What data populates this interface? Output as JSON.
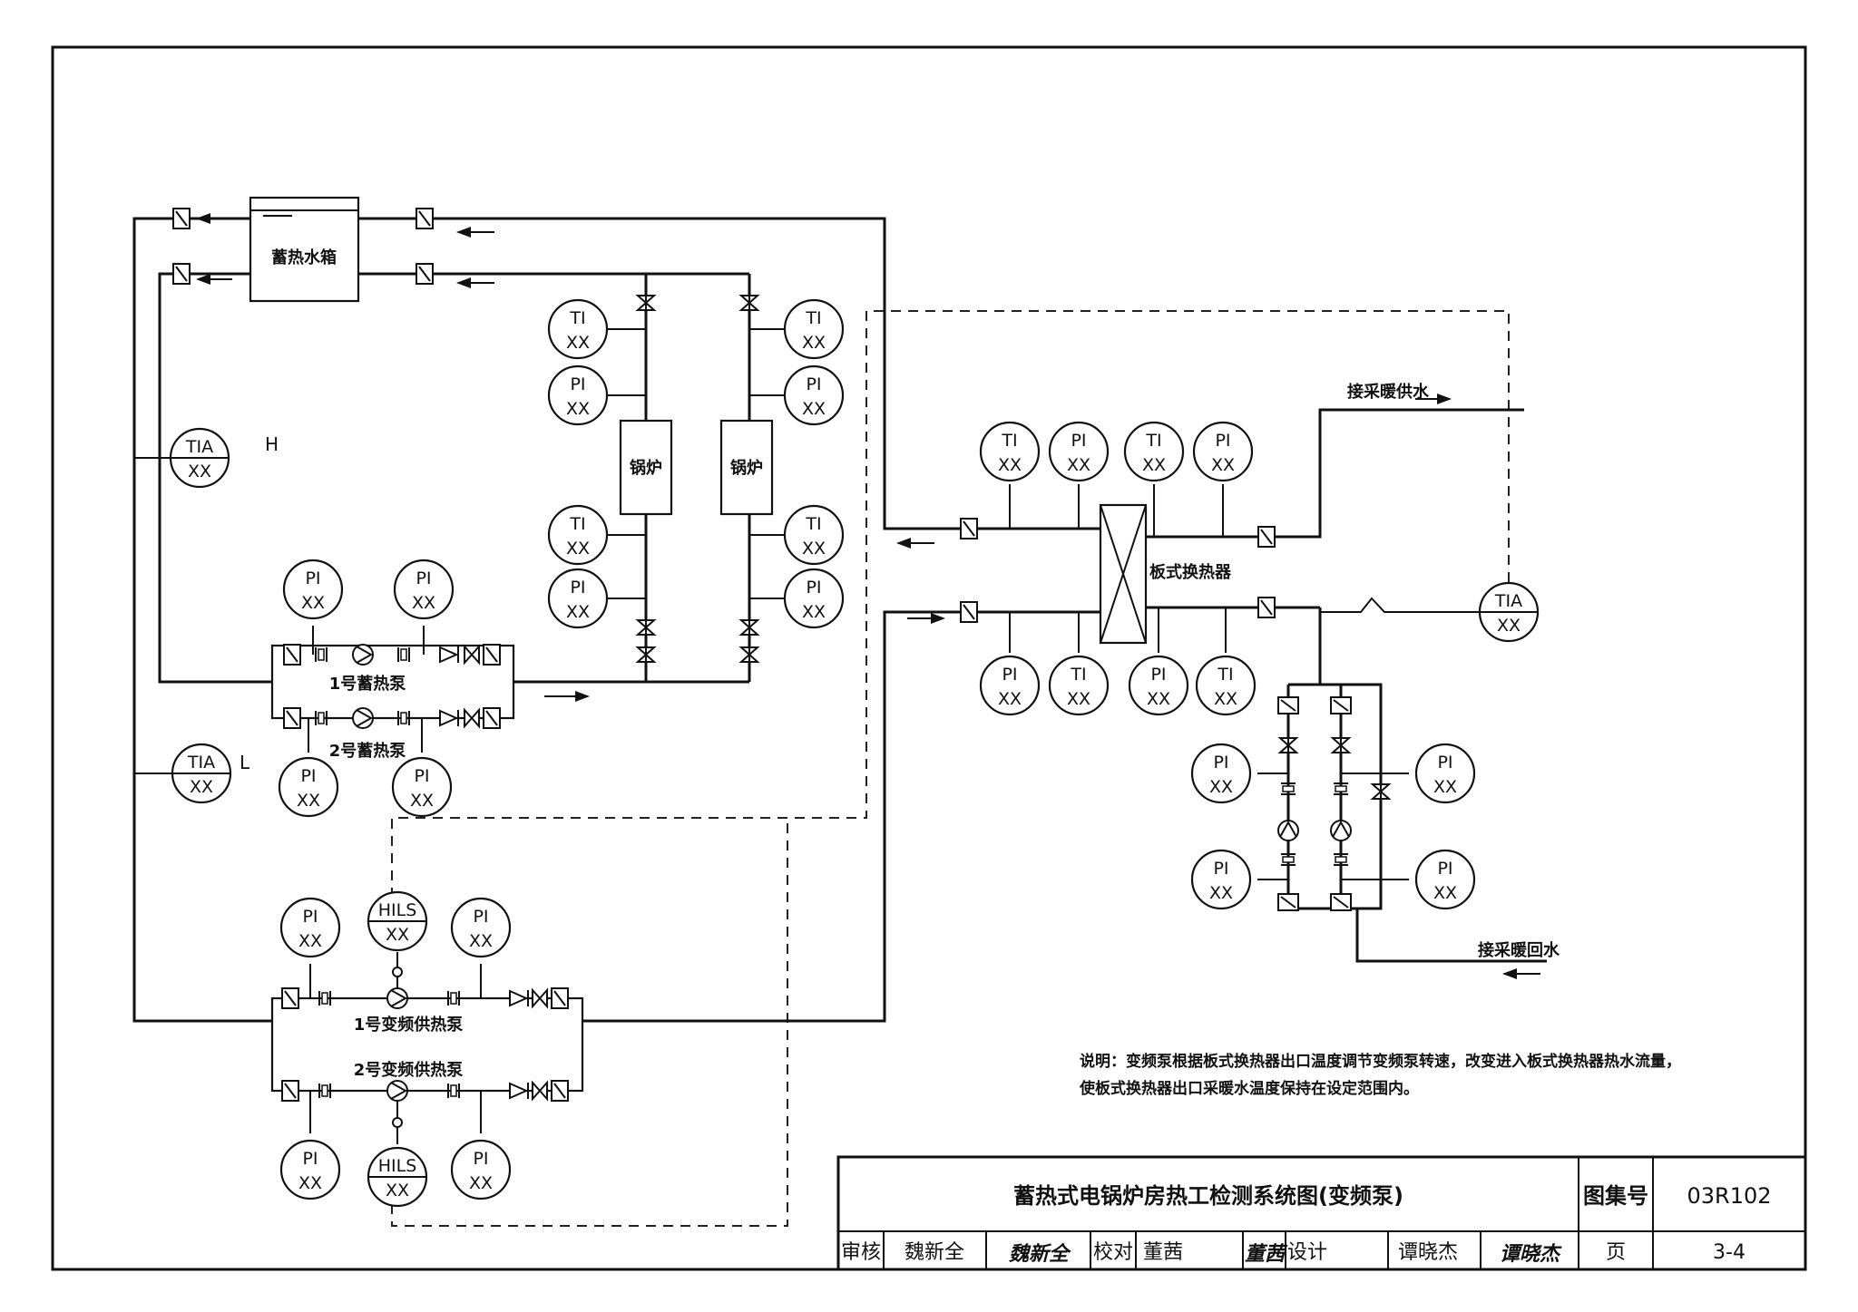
{
  "tank_label": "蓄热水箱",
  "boiler_labels": [
    "锅炉",
    "锅炉"
  ],
  "phe_label": "板式换热器",
  "pump_labels": {
    "storage_pump_1": "1号蓄热泵",
    "storage_pump_2": "2号蓄热泵",
    "vfd_pump_1": "1号变频供热泵",
    "vfd_pump_2": "2号变频供热泵"
  },
  "connection_labels": {
    "heating_supply": "接采暖供水",
    "heating_return": "接采暖回水"
  },
  "gauges": {
    "tag_ti": "TI",
    "tag_pi": "PI",
    "tag_tia": "TIA",
    "tag_hils": "HILS",
    "value": "XX",
    "alarm_high": "H",
    "alarm_low": "L"
  },
  "note": {
    "line1": "说明：变频泵根据板式换热器出口温度调节变频泵转速，改变进入板式换热器热水流量，",
    "line2": "使板式换热器出口采暖水温度保持在设定范围内。"
  },
  "title_block": {
    "title": "蓄热式电锅炉房热工检测系统图(变频泵)",
    "atlas_label": "图集号",
    "atlas_no": "03R102",
    "review_label": "审核",
    "reviewer": "魏新全",
    "reviewer_sign": "魏新全",
    "check_label": "校对",
    "checker": "董茜",
    "checker_sign": "董茜",
    "design_label": "设计",
    "designer": "谭晓杰",
    "designer_sign": "谭晓杰",
    "page_label": "页",
    "page_no": "3-4"
  },
  "colors": {
    "line": "#111111",
    "paper": "#ffffff"
  }
}
